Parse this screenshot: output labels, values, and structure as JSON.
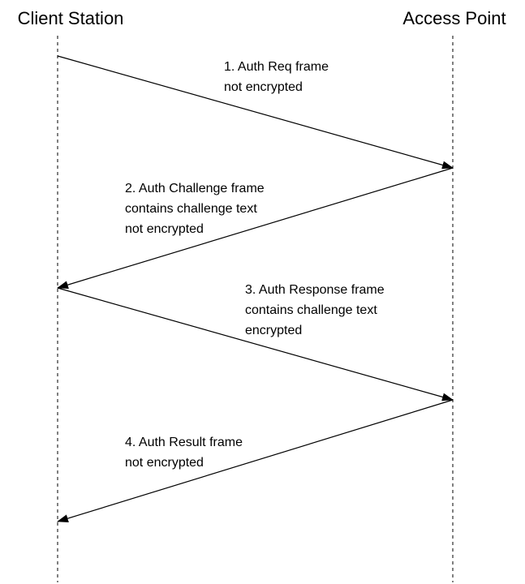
{
  "participants": {
    "client": "Client Station",
    "access_point": "Access Point"
  },
  "messages": [
    {
      "direction": "client-to-ap",
      "lines": [
        "1. Auth Req frame",
        "not encrypted"
      ]
    },
    {
      "direction": "ap-to-client",
      "lines": [
        "2. Auth Challenge frame",
        "contains challenge text",
        "not encrypted"
      ]
    },
    {
      "direction": "client-to-ap",
      "lines": [
        "3. Auth Response frame",
        "contains challenge text",
        "encrypted"
      ]
    },
    {
      "direction": "ap-to-client",
      "lines": [
        "4. Auth Result frame",
        "not encrypted"
      ]
    }
  ]
}
